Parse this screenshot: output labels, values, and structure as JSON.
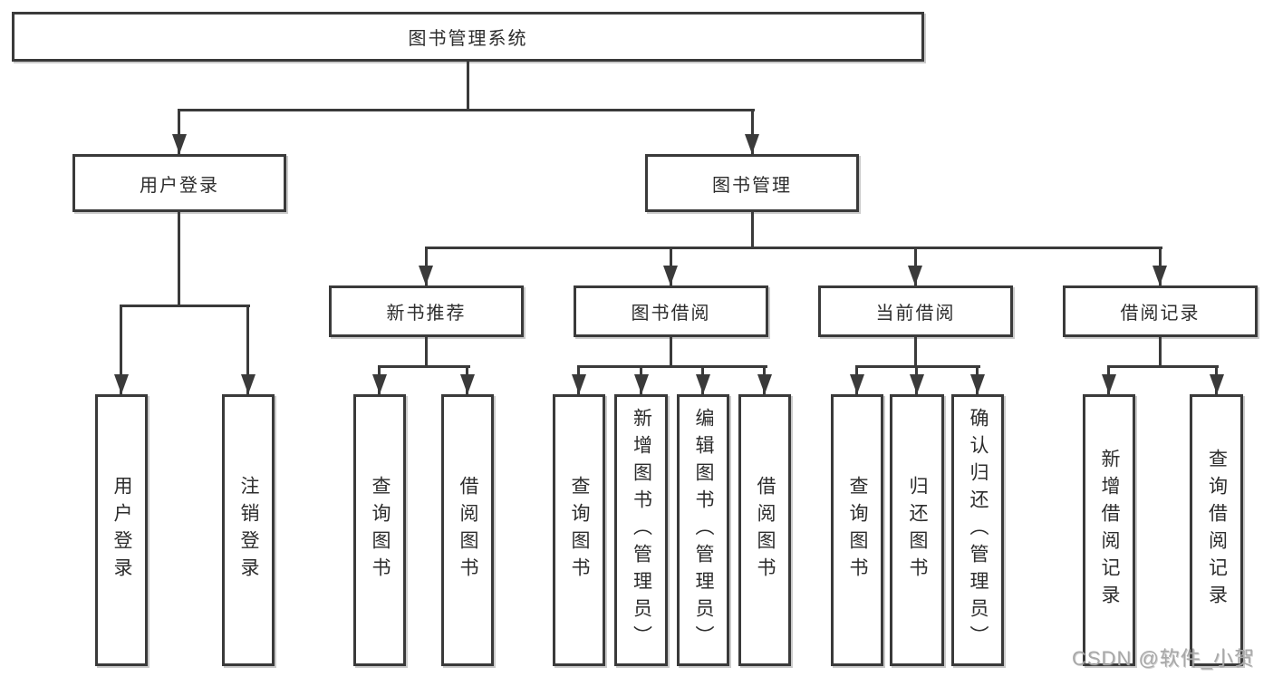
{
  "tree": {
    "label": "图书管理系统",
    "children": [
      {
        "label": "用户登录",
        "children": [
          {
            "label": "用户登录"
          },
          {
            "label": "注销登录"
          }
        ]
      },
      {
        "label": "图书管理",
        "children": [
          {
            "label": "新书推荐",
            "children": [
              {
                "label": "查询图书"
              },
              {
                "label": "借阅图书"
              }
            ]
          },
          {
            "label": "图书借阅",
            "children": [
              {
                "label": "查询图书"
              },
              {
                "label": "新增图书（管理员）"
              },
              {
                "label": "编辑图书（管理员）"
              },
              {
                "label": "借阅图书"
              }
            ]
          },
          {
            "label": "当前借阅",
            "children": [
              {
                "label": "查询图书"
              },
              {
                "label": "归还图书"
              },
              {
                "label": "确认归还（管理员）"
              }
            ]
          },
          {
            "label": "借阅记录",
            "children": [
              {
                "label": "新增借阅记录"
              },
              {
                "label": "查询借阅记录"
              }
            ]
          }
        ]
      }
    ]
  },
  "watermark": {
    "text": "CSDN @软件_小贺同学"
  },
  "colors": {
    "line": "#3a3a3a",
    "box_border": "#3a3a3a",
    "text": "#2d2d2d",
    "watermark": "#a8a8a8",
    "background": "#ffffff"
  }
}
